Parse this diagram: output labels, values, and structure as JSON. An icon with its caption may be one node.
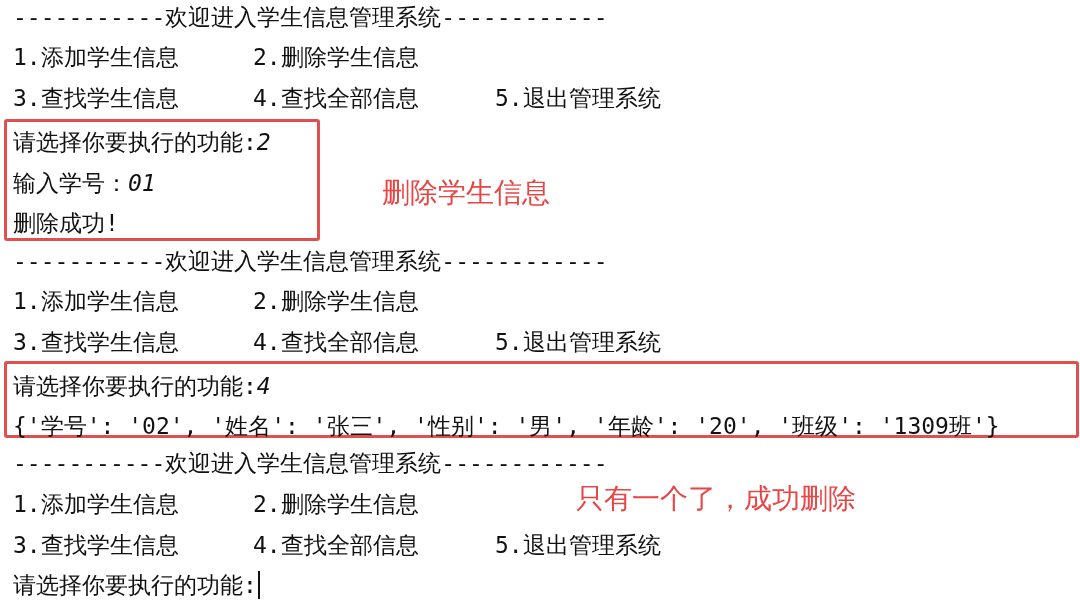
{
  "diagram": {
    "nodes": [
      {
        "text": [
          "请选择你要执行的功能:*2*",
          "输入学号：*01*",
          "删除成功!"
        ],
        "beside": [
          "删除学生信息"
        ]
      },
      {
        "text": [
          "请选择你要执行的功能:*4*",
          "{'学号': '02', '姓名': '张三', '性别': '男', '年龄': '20', '班级': '1309班'}"
        ]
      }
    ],
    "edges": [],
    "labels": [
      "-----------欢迎进入学生信息管理系统------------",
      "1.添加学生信息",
      "2.删除学生信息",
      "3.查找学生信息",
      "4.查找全部信息",
      "5.退出管理系统",
      "-----------欢迎进入学生信息管理系统------------",
      "1.添加学生信息",
      "2.删除学生信息",
      "3.查找学生信息",
      "4.查找全部信息",
      "5.退出管理系统",
      "-----------欢迎进入学生信息管理系统------------",
      "1.添加学生信息",
      "2.删除学生信息",
      "只有一个了，成功删除",
      "3.查找学生信息",
      "4.查找全部信息",
      "5.退出管理系统",
      "请选择你要执行的功能:"
    ]
  }
}
